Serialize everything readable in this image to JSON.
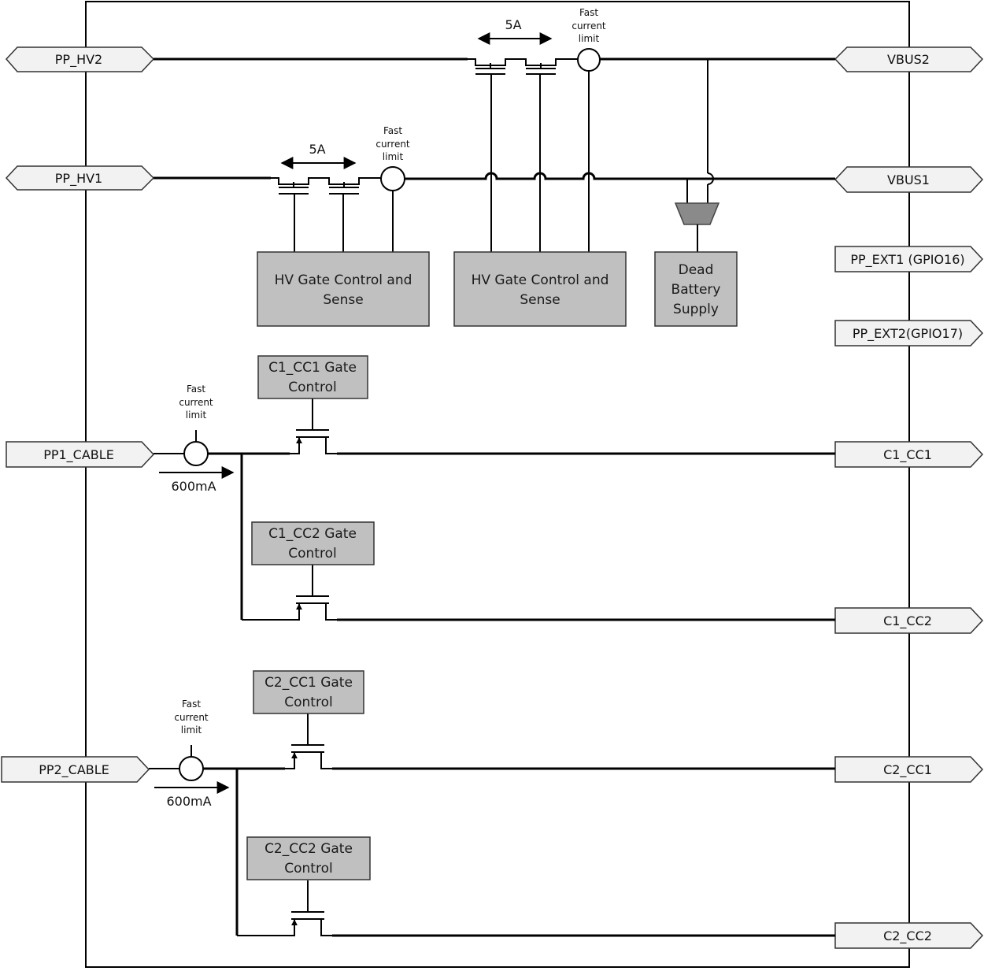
{
  "ports_left": {
    "pp_hv2": "PP_HV2",
    "pp_hv1": "PP_HV1",
    "pp1_cable": "PP1_CABLE",
    "pp2_cable": "PP2_CABLE"
  },
  "ports_right": {
    "vbus2": "VBUS2",
    "vbus1": "VBUS1",
    "pp_ext1": "PP_EXT1 (GPIO16)",
    "pp_ext2": "PP_EXT2(GPIO17)",
    "c1_cc1": "C1_CC1",
    "c1_cc2": "C1_CC2",
    "c2_cc1": "C2_CC1",
    "c2_cc2": "C2_CC2"
  },
  "blocks": {
    "hv_gate_1": [
      "HV Gate Control and",
      "Sense"
    ],
    "hv_gate_2": [
      "HV Gate Control and",
      "Sense"
    ],
    "dead_battery": [
      "Dead",
      "Battery",
      "Supply"
    ],
    "c1_cc1_gate": [
      "C1_CC1 Gate",
      "Control"
    ],
    "c1_cc2_gate": [
      "C1_CC2 Gate",
      "Control"
    ],
    "c2_cc1_gate": [
      "C2_CC1 Gate",
      "Control"
    ],
    "c2_cc2_gate": [
      "C2_CC2 Gate",
      "Control"
    ]
  },
  "annotations": {
    "fast_current_limit": [
      "Fast",
      "current",
      "limit"
    ],
    "hv2_current": "5A",
    "hv1_current": "5A",
    "pp1_current": "600mA",
    "pp2_current": "600mA"
  },
  "colors": {
    "block_fill": "#c0c0c0",
    "port_fill": "#f2f2f2",
    "line": "#000000"
  }
}
